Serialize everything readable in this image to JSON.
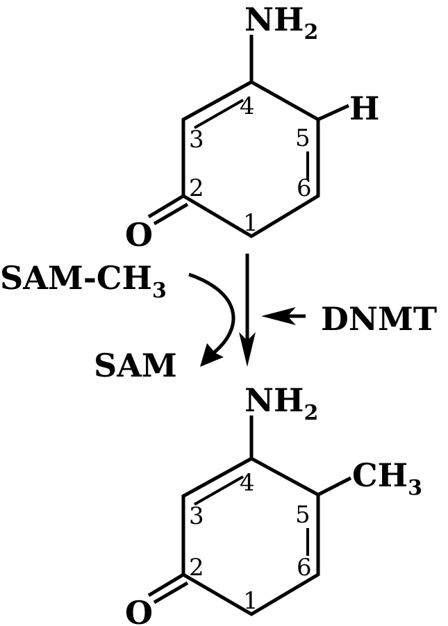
{
  "top_molecule": {
    "nh2_main": "NH",
    "nh2_sub": "2",
    "h_label": "H",
    "o_label": "O",
    "pos1": "1",
    "pos2": "2",
    "pos3": "3",
    "pos4": "4",
    "pos5": "5",
    "pos6": "6"
  },
  "reaction": {
    "sam_ch3_main": "SAM-CH",
    "sam_ch3_sub": "3",
    "sam_label": "SAM",
    "enzyme_label": "DNMT"
  },
  "bottom_molecule": {
    "nh2_main": "NH",
    "nh2_sub": "2",
    "ch3_main": "CH",
    "ch3_sub": "3",
    "o_label": "O",
    "pos1": "1",
    "pos2": "2",
    "pos3": "3",
    "pos4": "4",
    "pos5": "5",
    "pos6": "6"
  },
  "colors": {
    "ink": "#000000",
    "background": "#ffffff"
  }
}
